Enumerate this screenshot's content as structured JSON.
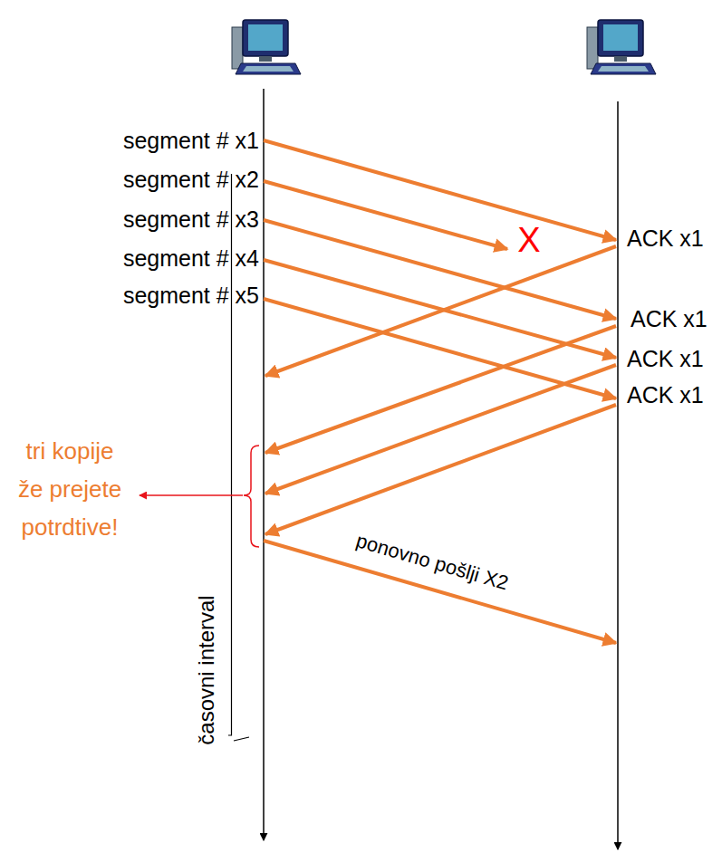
{
  "diagram": {
    "labels": [
      "segment # x1",
      "segment # x2",
      "segment # x3",
      "segment # x4",
      "segment # x5",
      "X",
      "ACK x1",
      "ACK x1",
      "ACK x1",
      "ACK x1",
      "tri kopije že prejete potrdtive!",
      "ponovno pošlji X2",
      "časovni interval"
    ]
  }
}
